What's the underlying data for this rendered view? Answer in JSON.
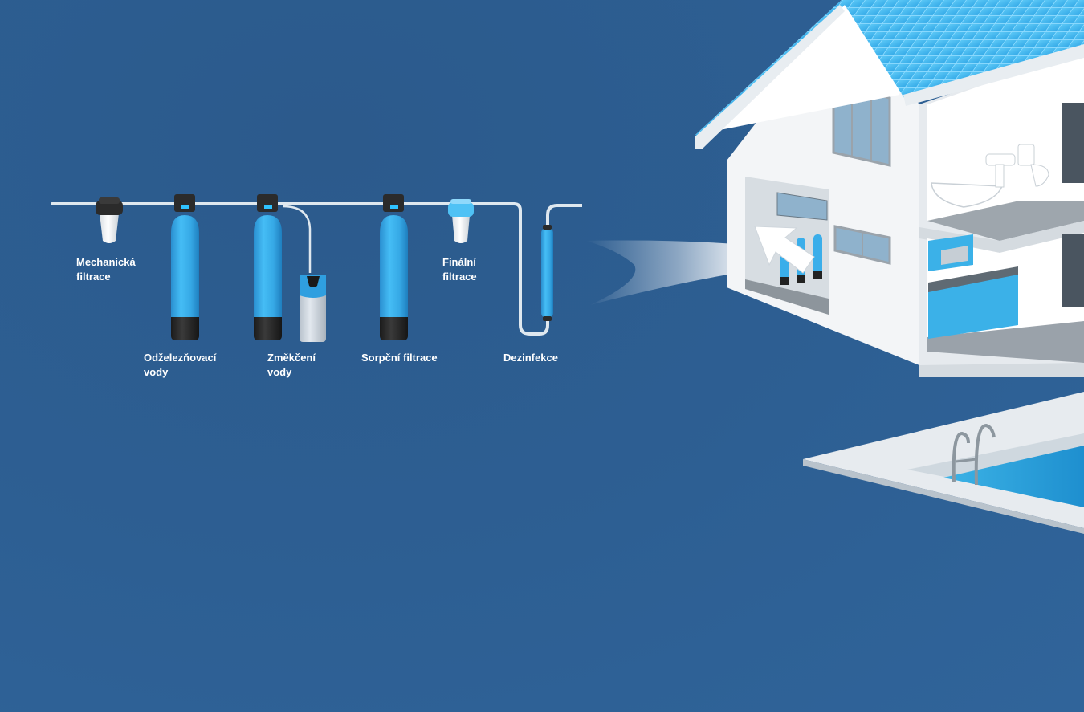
{
  "colors": {
    "background": "#2d5f93",
    "tank_blue": "#3aaeea",
    "tank_base": "#2a2a2a",
    "pipe": "#dfe8ef",
    "roof": "#3fb6ee",
    "wall": "#f1f3f5",
    "pool_water": "#2aa0d8"
  },
  "stages": [
    {
      "id": "mechanical",
      "label_line1": "Mechanická",
      "label_line2": "filtrace",
      "icon": "cartridge-filter-icon"
    },
    {
      "id": "iron-removal",
      "label_line1": "Odželezňovací",
      "label_line2": "vody",
      "icon": "pressure-tank-icon"
    },
    {
      "id": "softening",
      "label_line1": "Změkčení",
      "label_line2": "vody",
      "icon": "softener-tank-icon"
    },
    {
      "id": "sorption",
      "label_line1": "Sorpční filtrace",
      "label_line2": "",
      "icon": "pressure-tank-icon"
    },
    {
      "id": "final",
      "label_line1": "Finální",
      "label_line2": "filtrace",
      "icon": "cartridge-filter-icon"
    },
    {
      "id": "disinfection",
      "label_line1": "Dezinfekce",
      "label_line2": "",
      "icon": "uv-lamp-icon"
    }
  ]
}
